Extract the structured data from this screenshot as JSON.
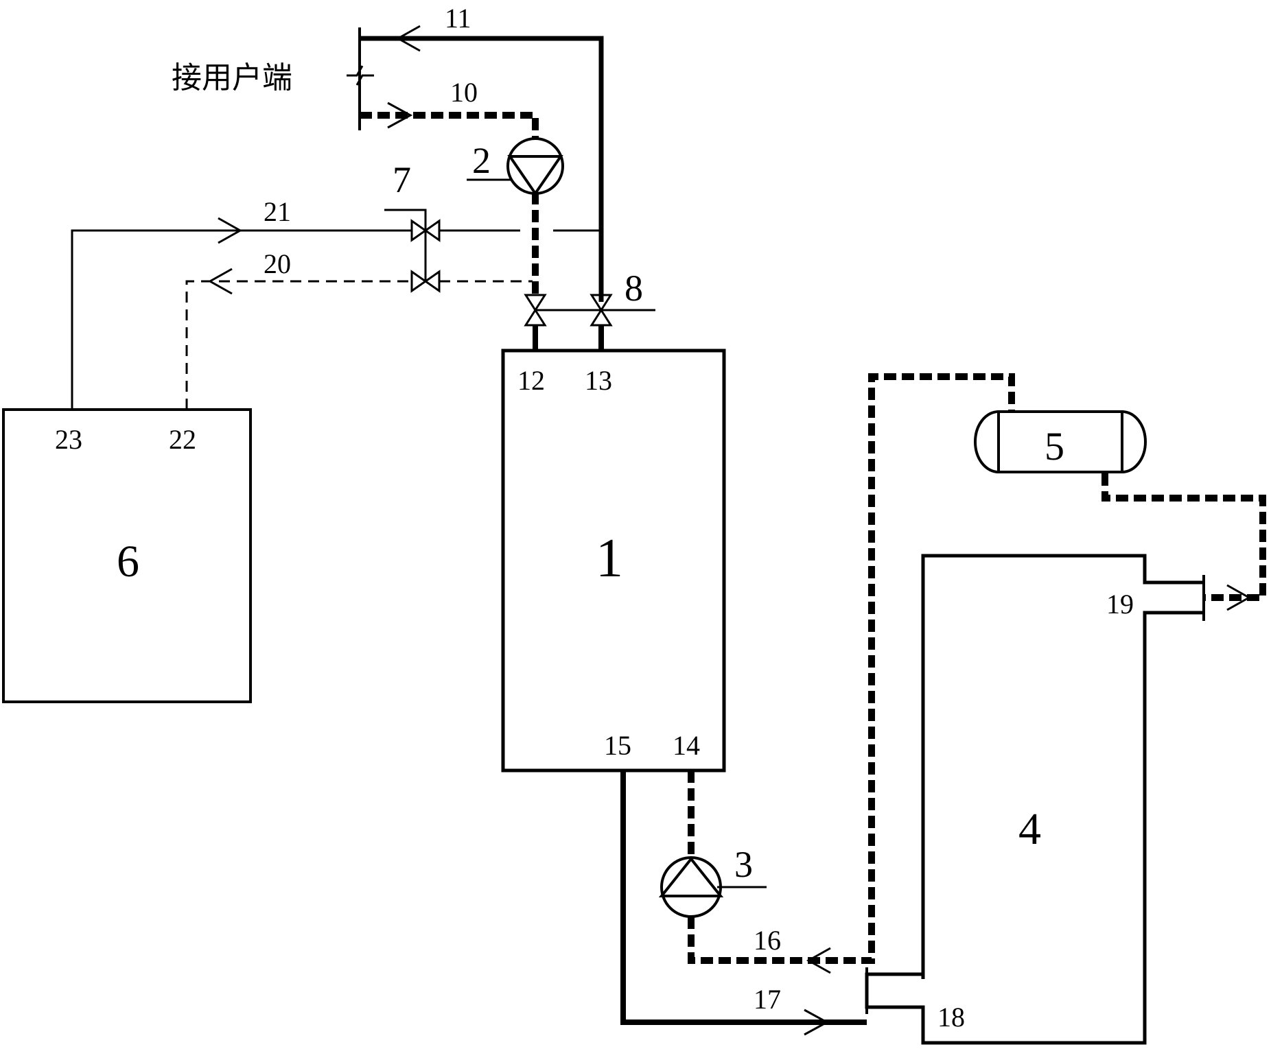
{
  "user_end_label": "接用户端",
  "components": {
    "tank1": "1",
    "pump2": "2",
    "pump3": "3",
    "box4": "4",
    "vessel5": "5",
    "box6": "6",
    "valve7": "7",
    "valve8": "8"
  },
  "pipes": {
    "p10": "10",
    "p11": "11",
    "p12": "12",
    "p13": "13",
    "p14": "14",
    "p15": "15",
    "p16": "16",
    "p17": "17",
    "p18": "18",
    "p19": "19",
    "p20": "20",
    "p21": "21",
    "p22": "22",
    "p23": "23"
  },
  "colors": {
    "line": "#000000",
    "background": "#ffffff"
  }
}
